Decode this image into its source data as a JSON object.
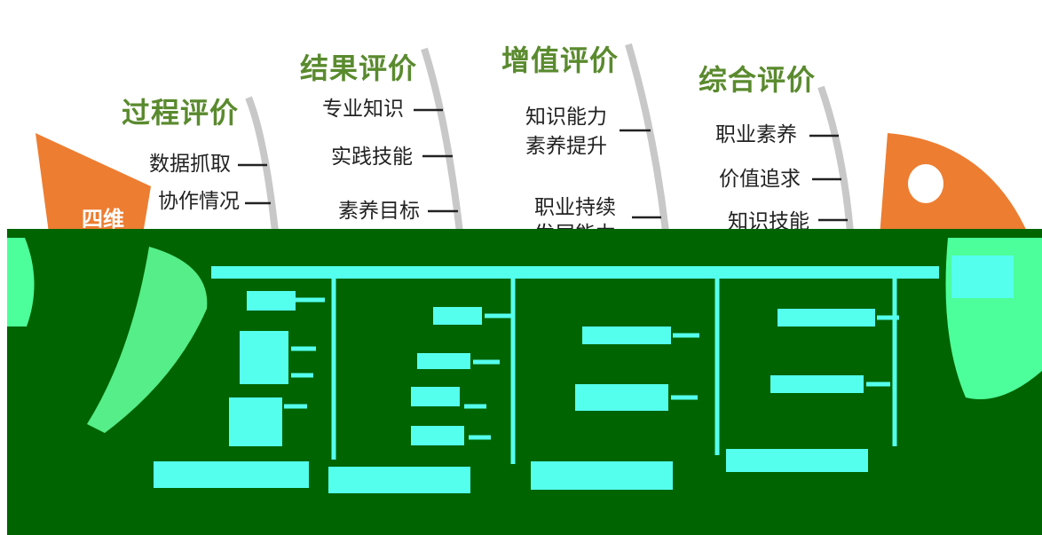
{
  "diagram": {
    "tail_label": "四维",
    "categories": [
      {
        "title": "过程评价",
        "items": [
          "数据抓取",
          "协作情况"
        ]
      },
      {
        "title": "结果评价",
        "items": [
          "专业知识",
          "实践技能",
          "素养目标"
        ]
      },
      {
        "title": "增值评价",
        "items": [
          "知识能力",
          "素养提升",
          "职业持续",
          "发展能力"
        ]
      },
      {
        "title": "综合评价",
        "items": [
          "职业素养",
          "价值追求",
          "知识技能"
        ]
      }
    ],
    "colors": {
      "title": "#5a8a2e",
      "fish_body": "#ed7d31",
      "bones": "#c8c8c8",
      "corrupted_background": "#006400",
      "corrupted_cyan": "#55ffee",
      "corrupted_green": "#4dff9a"
    }
  }
}
